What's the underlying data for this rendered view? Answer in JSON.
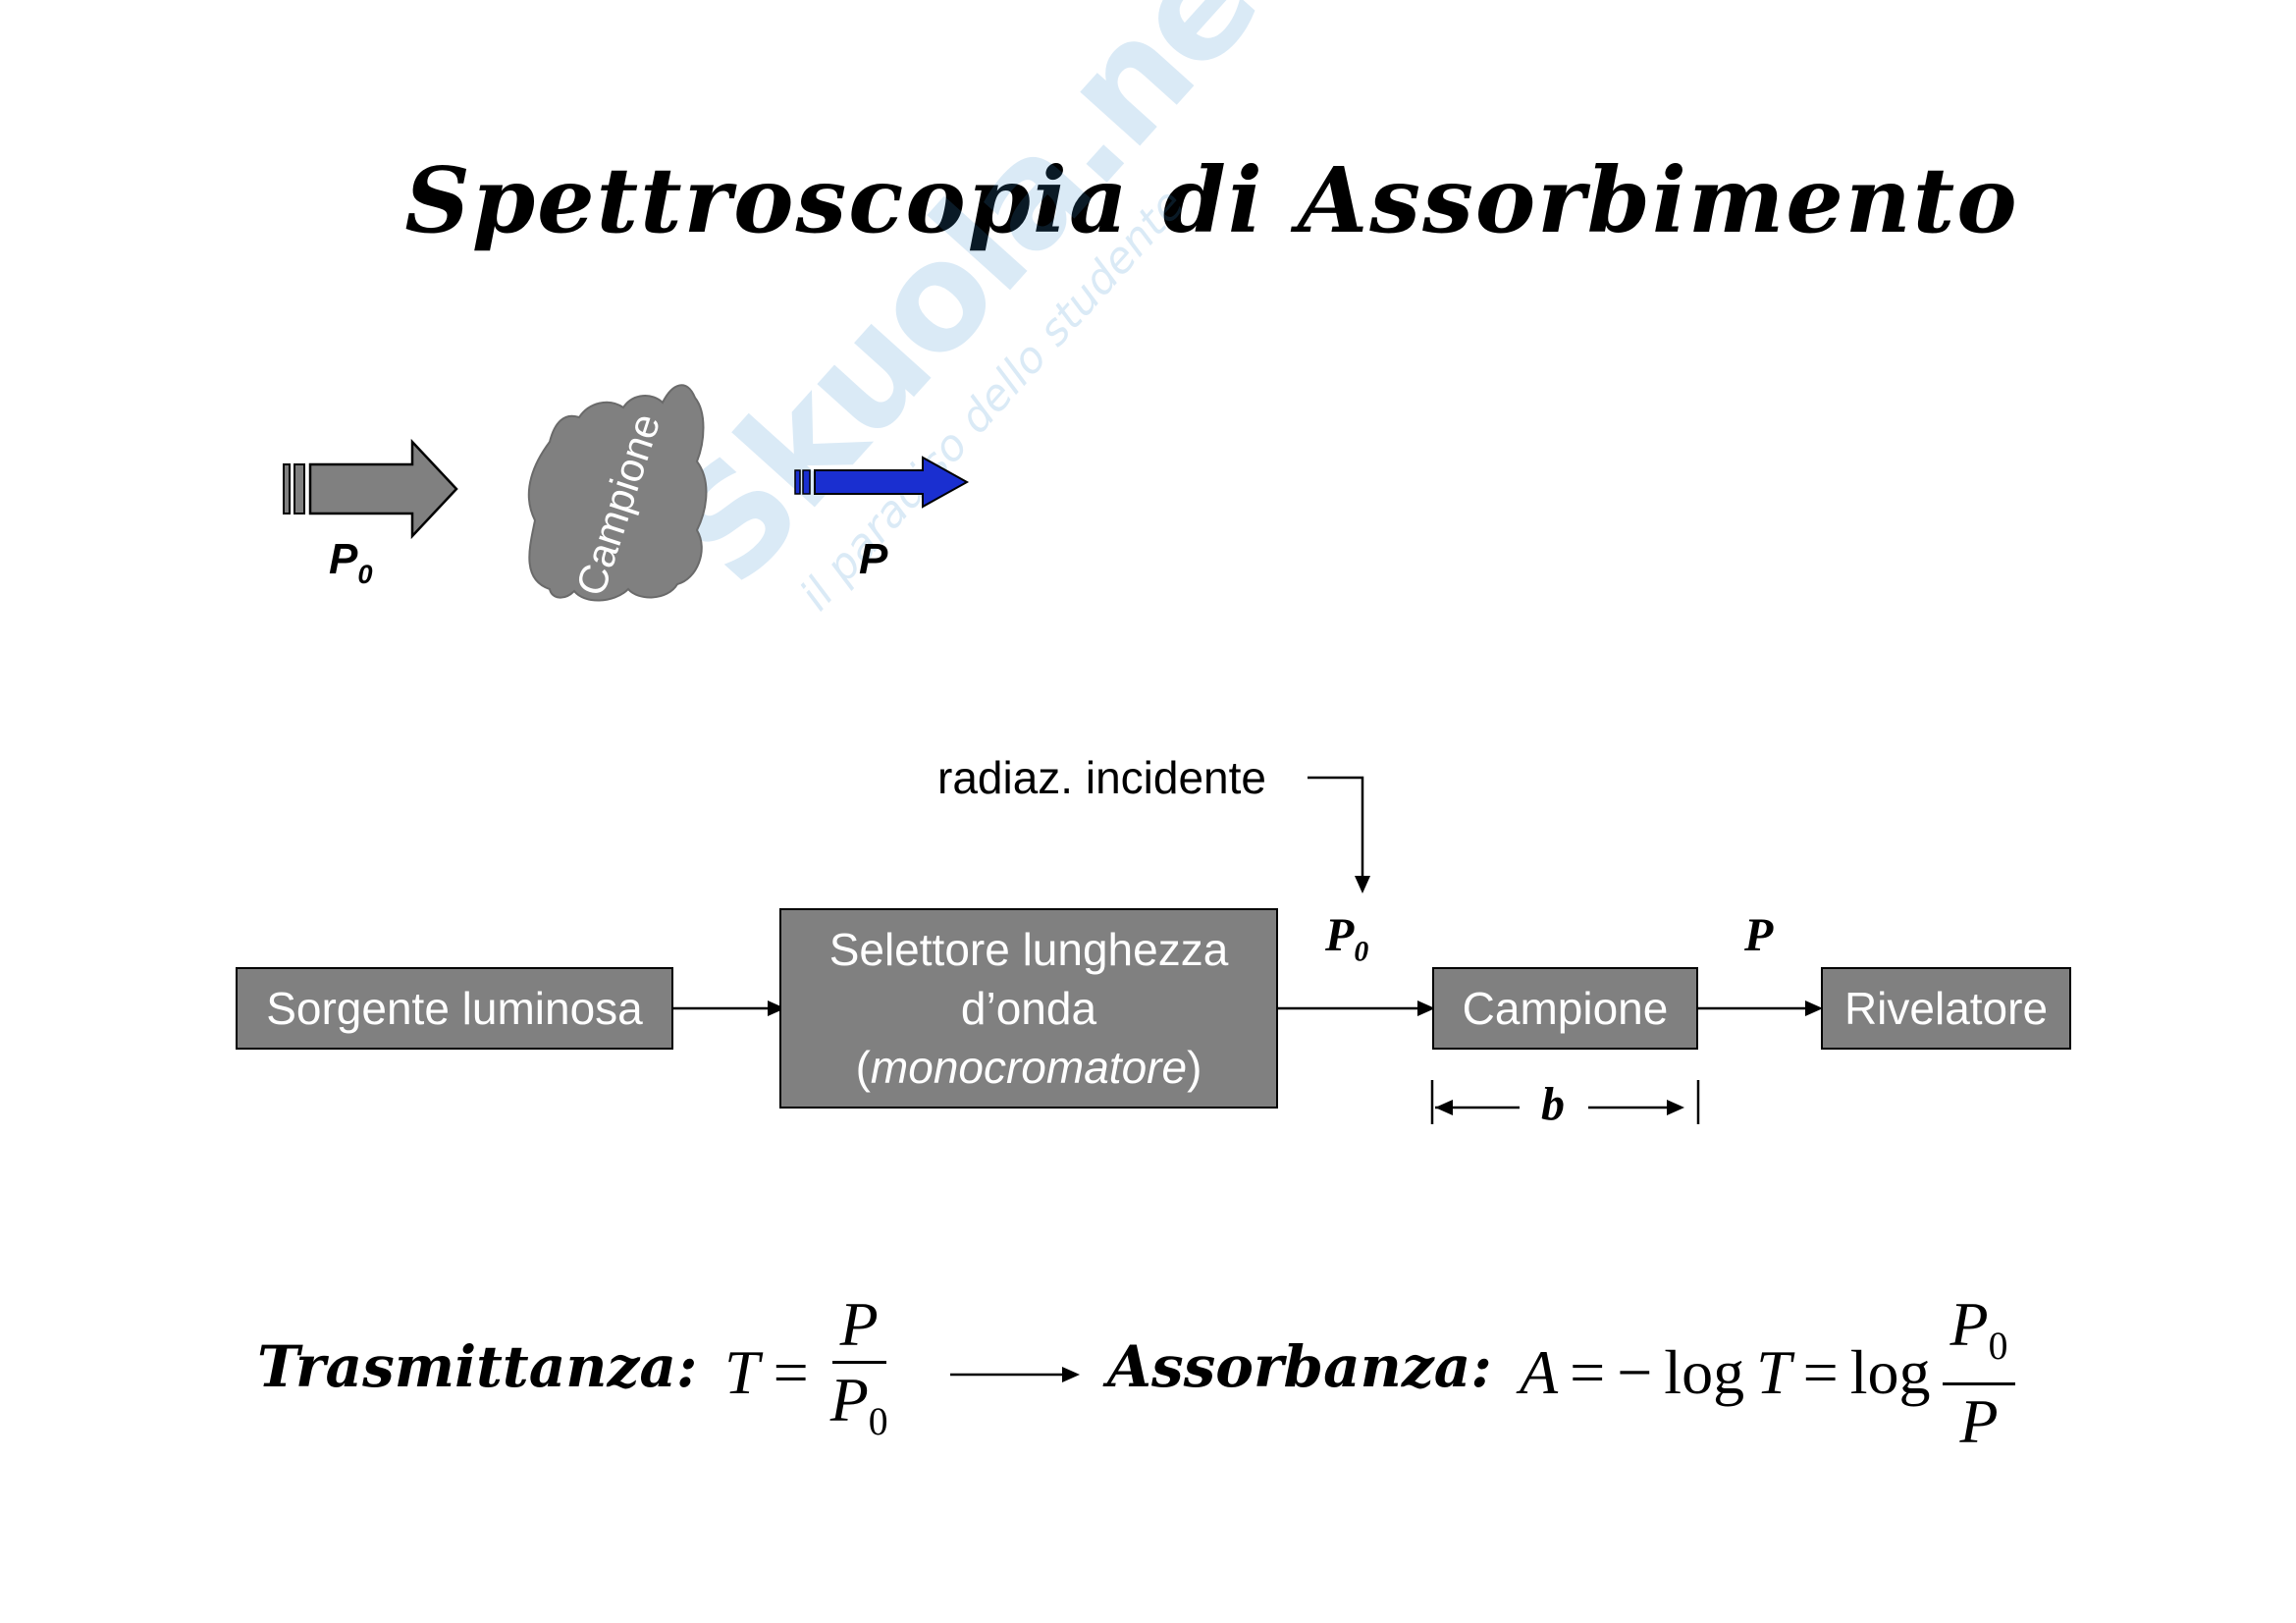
{
  "title": "Spettroscopia di Assorbimento",
  "watermark": {
    "brand": "Skuola.net",
    "tagline": "il paradiso dello studente"
  },
  "illustration": {
    "incident_label": "P",
    "incident_sub": "0",
    "sample_label": "Campione",
    "transmitted_label": "P",
    "colors": {
      "incident_arrow": "#808080",
      "transmitted_arrow": "#1a2fd0",
      "sample": "#808080"
    }
  },
  "diagram": {
    "annotation": "radiaz. incidente",
    "source": "Sorgente luminosa",
    "selector": {
      "line1": "Selettore lunghezza",
      "line2": "d’onda",
      "line3_open": "(",
      "line3_italic": "monocromatore",
      "line3_close": ")"
    },
    "p0_label": "P",
    "p0_sub": "0",
    "sample": "Campione",
    "p_label": "P",
    "detector": "Rivelatore",
    "path_label": "b",
    "box_color": "#808080"
  },
  "equations": {
    "transmittance_word": "Trasmittanza:",
    "transmittance": {
      "lhs": "T",
      "eq": "=",
      "num": "P",
      "den": "P",
      "den_sub": "0"
    },
    "absorbance_word": "Assorbanza:",
    "absorbance": {
      "lhs": "A",
      "eq1": "=",
      "minus": "−",
      "log1": "log",
      "T": "T",
      "eq2": "=",
      "log2": "log",
      "num": "P",
      "num_sub": "0",
      "den": "P"
    }
  }
}
